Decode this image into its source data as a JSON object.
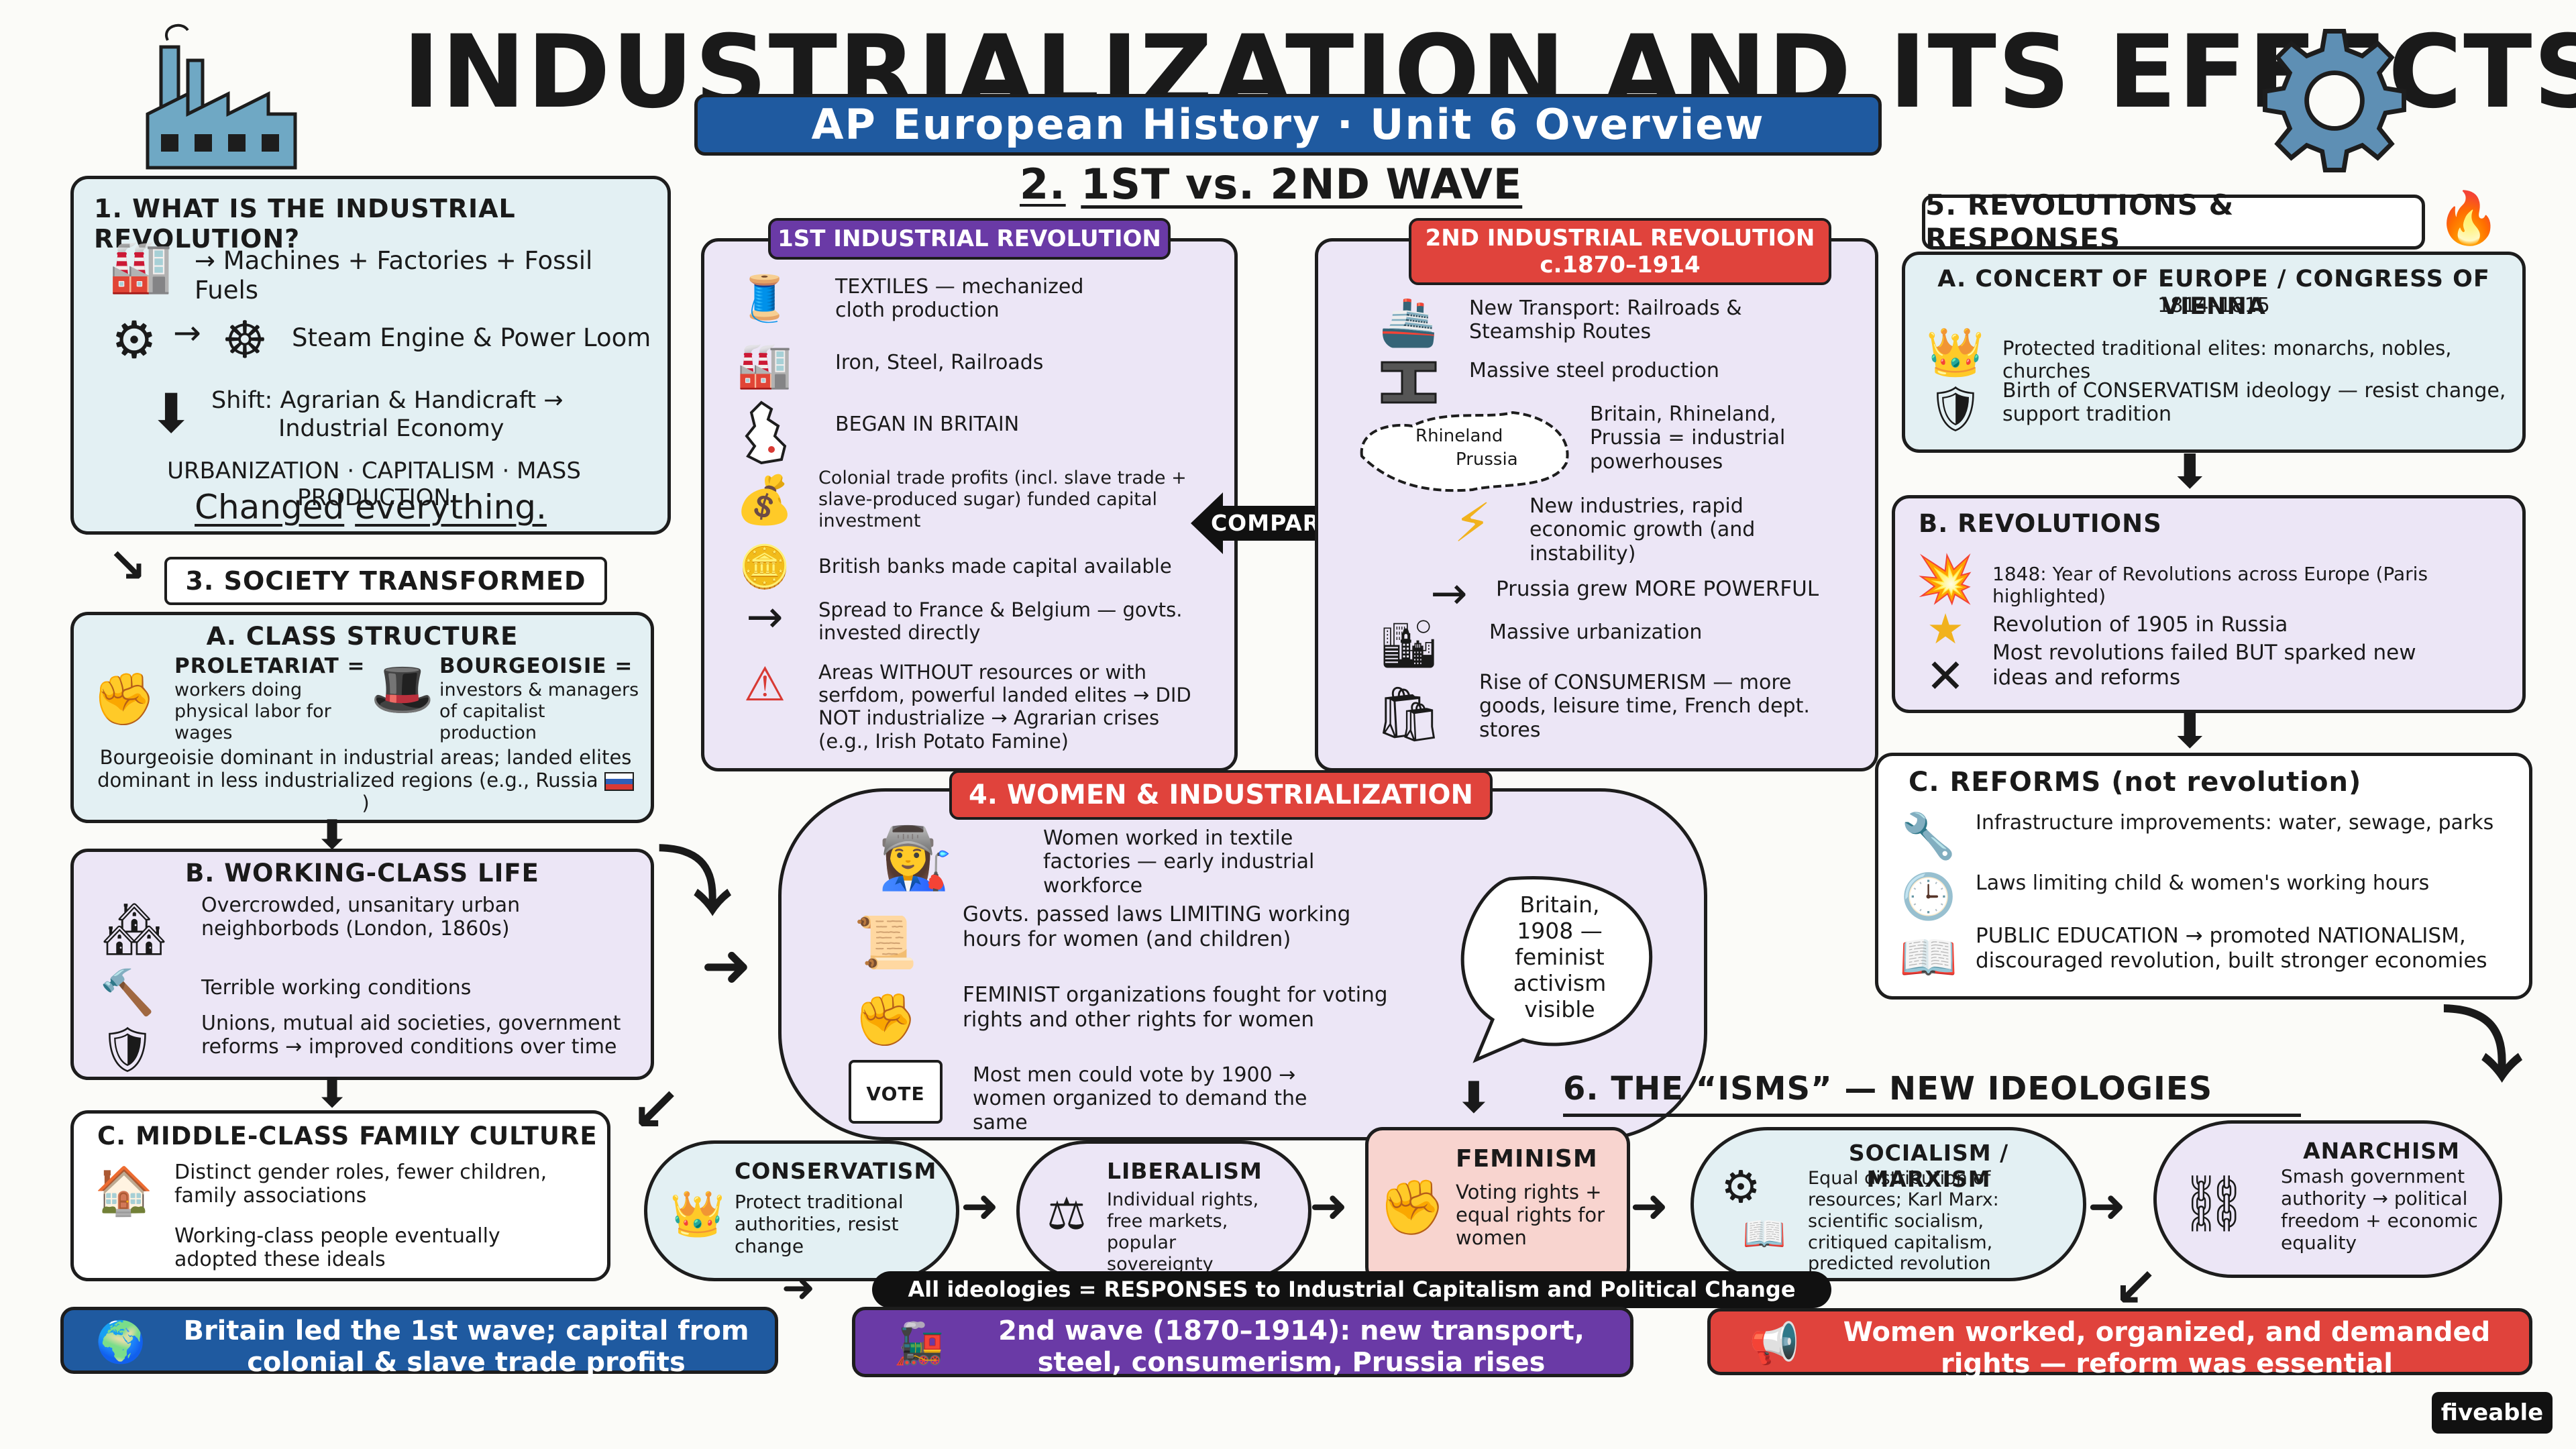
{
  "header": {
    "title": "INDUSTRIALIZATION AND ITS EFFECTS",
    "subtitle": "AP European History · Unit 6 Overview"
  },
  "s1": {
    "title": "1. WHAT IS THE INDUSTRIAL REVOLUTION?",
    "row1": "→ Machines + Factories + Fossil Fuels",
    "row2": "Steam Engine & Power Loom",
    "row3a": "Shift: Agrarian & Handicraft →",
    "row3b": "Industrial Economy",
    "row4": "URBANIZATION · CAPITALISM · MASS PRODUCTION",
    "row5a": "Changed",
    "row5b": "everything."
  },
  "s2": {
    "title_num": "2.",
    "title_rest": "1ST vs. 2ND WAVE",
    "first": {
      "label": "1ST INDUSTRIAL REVOLUTION",
      "items": [
        "TEXTILES — mechanized cloth production",
        "Iron, Steel, Railroads",
        "BEGAN IN BRITAIN",
        "Colonial trade profits (incl. slave trade + slave-produced sugar) funded capital investment",
        "British banks made capital available",
        "Spread to France & Belgium — govts. invested directly",
        "Areas WITHOUT resources or with serfdom, powerful landed elites → DID NOT industrialize → Agrarian crises (e.g., Irish Potato Famine)"
      ]
    },
    "comparison": "COMPARISON →",
    "second": {
      "label_line1": "2ND INDUSTRIAL REVOLUTION",
      "label_line2": "c.1870–1914",
      "map_label1": "Rhineland",
      "map_label2": "Prussia",
      "items": [
        "New Transport: Railroads & Steamship Routes",
        "Massive steel production",
        "Britain, Rhineland, Prussia = industrial powerhouses",
        "New industries, rapid economic growth (and instability)",
        "Prussia grew MORE POWERFUL",
        "Massive urbanization",
        "Rise of CONSUMERISM — more goods, leisure time, French dept. stores"
      ]
    }
  },
  "s3": {
    "title": "3. SOCIETY TRANSFORMED",
    "a": {
      "title": "A. CLASS STRUCTURE",
      "prol_title": "PROLETARIAT =",
      "prol_text": "workers doing physical labor for wages",
      "bour_title": "BOURGEOISIE =",
      "bour_text": "investors & managers of capitalist production",
      "note": "Bourgeoisie dominant in industrial areas; landed elites dominant in less industrialized regions (e.g., Russia"
    },
    "b": {
      "title": "B. WORKING-CLASS LIFE",
      "items": [
        "Overcrowded, unsanitary urban neighborbods (London, 1860s)",
        "Terrible working conditions",
        "Unions, mutual aid societies, government reforms → improved conditions over time"
      ]
    },
    "c": {
      "title": "C. MIDDLE-CLASS FAMILY CULTURE",
      "items": [
        "Distinct gender roles, fewer children, family associations",
        "Working-class people eventually adopted these ideals"
      ]
    }
  },
  "s4": {
    "title": "4. WOMEN & INDUSTRIALIZATION",
    "items": [
      "Women worked in textile factories — early industrial workforce",
      "Govts. passed laws LIMITING working hours for women (and children)",
      "FEMINIST organizations fought for voting rights and other rights for women",
      "Most men could vote by 1900 → women organized to demand the same"
    ],
    "vote_label": "VOTE",
    "bubble": "Britain, 1908 — feminist activism visible"
  },
  "s5": {
    "title": "5. REVOLUTIONS & RESPONSES",
    "a": {
      "title": "A. CONCERT OF EUROPE / CONGRESS OF VIENNA",
      "years": "1814–1815",
      "items": [
        "Protected traditional elites: monarchs, nobles, churches",
        "Birth of CONSERVATISM ideology — resist change, support tradition"
      ]
    },
    "b": {
      "title": "B. REVOLUTIONS",
      "items": [
        "1848: Year of Revolutions across Europe (Paris highlighted)",
        "Revolution of 1905 in Russia",
        "Most revolutions failed BUT sparked new ideas and reforms"
      ]
    },
    "c": {
      "title": "C. REFORMS (not revolution)",
      "items": [
        "Infrastructure improvements: water, sewage, parks",
        "Laws limiting child & women's working hours",
        "PUBLIC EDUCATION → promoted NATIONALISM, discouraged revolution, built stronger economies"
      ]
    }
  },
  "s6": {
    "title": "6. THE “ISMS” — NEW IDEOLOGIES",
    "isms": [
      {
        "name": "CONSERVATISM",
        "text": "Protect traditional authorities, resist change"
      },
      {
        "name": "LIBERALISM",
        "text": "Individual rights, free markets, popular sovereignty"
      },
      {
        "name": "FEMINISM",
        "text": "Voting rights + equal rights for women"
      },
      {
        "name": "SOCIALISM / MARXISM",
        "text": "Equal distribution of resources; Karl Marx: scientific socialism, critiqued capitalism, predicted revolution"
      },
      {
        "name": "ANARCHISM",
        "text": "Smash government authority → political freedom + economic equality"
      }
    ],
    "banner": "All ideologies = RESPONSES to Industrial Capitalism and Political Change"
  },
  "footer": {
    "left": "Britain led the 1st wave; capital from colonial & slave trade profits",
    "middle": "2nd wave (1870–1914): new transport, steel, consumerism, Prussia rises",
    "right": "Women worked, organized, and demanded rights — reform was essential"
  },
  "brand": "fiveable",
  "colors": {
    "blue_panel": "#e3f0f3",
    "lavender_panel": "#ece6f6",
    "navy": "#1f5aa0",
    "purple": "#6a3aa6",
    "red": "#e0433c",
    "coral_panel": "#f8d4cf"
  }
}
